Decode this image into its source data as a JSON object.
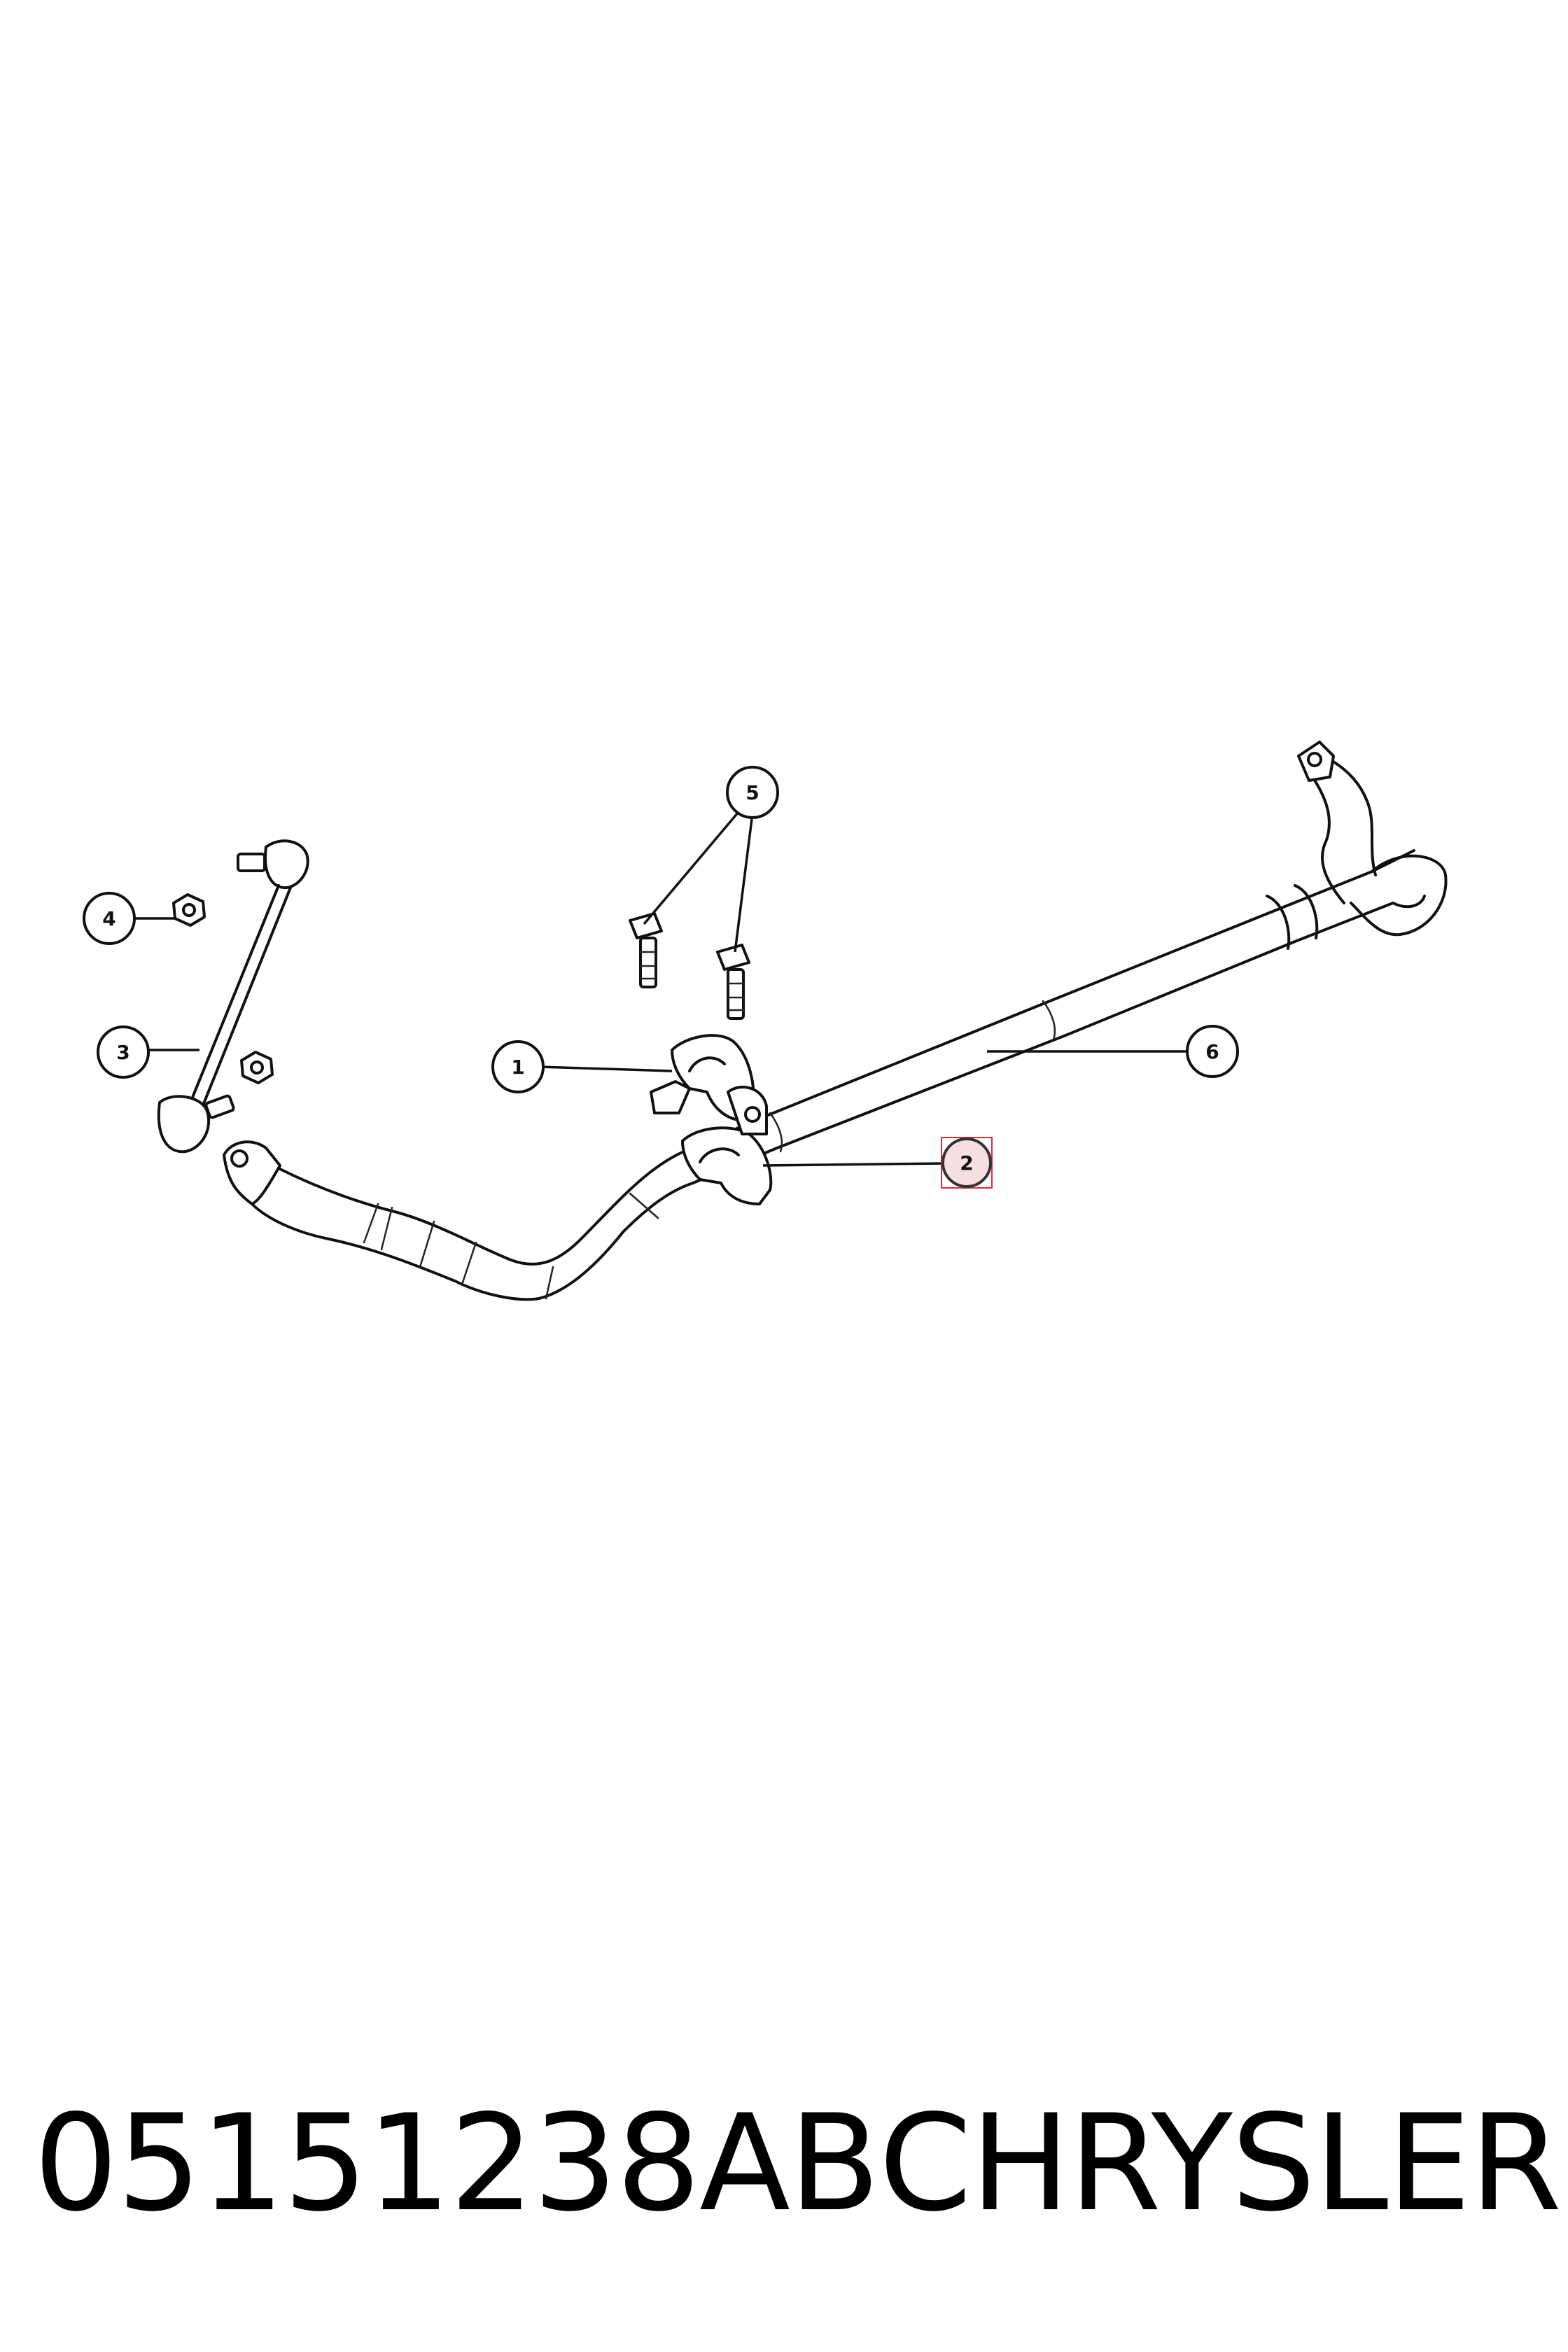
{
  "diagram": {
    "callouts": [
      {
        "id": "1",
        "label": "1",
        "highlighted": false
      },
      {
        "id": "2",
        "label": "2",
        "highlighted": true
      },
      {
        "id": "3",
        "label": "3",
        "highlighted": false
      },
      {
        "id": "4",
        "label": "4",
        "highlighted": false
      },
      {
        "id": "5",
        "label": "5",
        "highlighted": false
      },
      {
        "id": "6",
        "label": "6",
        "highlighted": false
      }
    ],
    "highlight_color": "#e02a3a"
  },
  "footer": {
    "part_number": "05151238AB",
    "brand": "CHRYSLER"
  }
}
